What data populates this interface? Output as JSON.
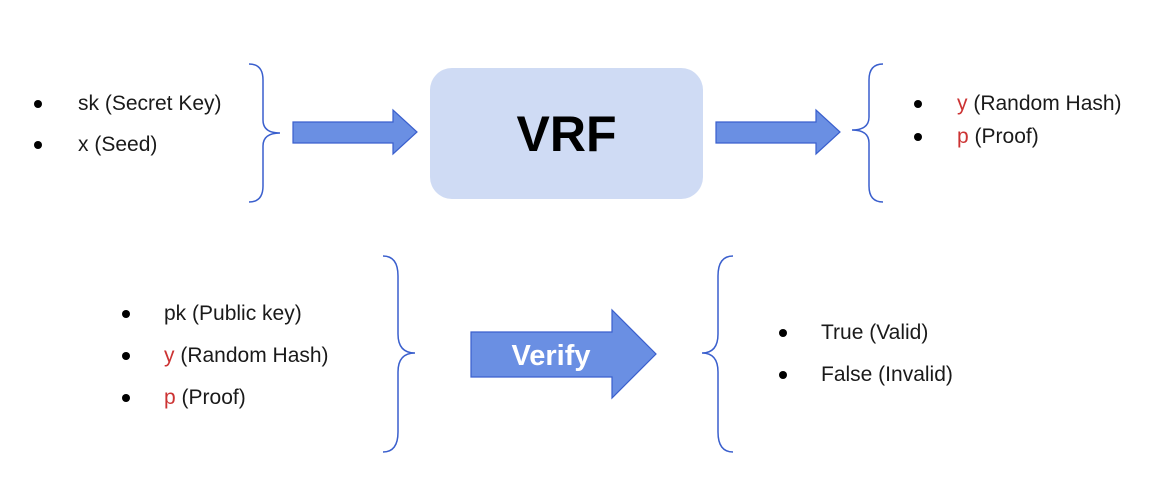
{
  "vrf": {
    "label": "VRF",
    "inputs": [
      {
        "text": "sk (Secret Key)"
      },
      {
        "text": "x (Seed)"
      }
    ],
    "outputs": [
      {
        "var": "y",
        "text": " (Random Hash)"
      },
      {
        "var": "p",
        "text": " (Proof)"
      }
    ]
  },
  "verify": {
    "label": "Verify",
    "inputs": [
      {
        "text": "pk (Public key)"
      },
      {
        "var": "y",
        "text": " (Random Hash)"
      },
      {
        "var": "p",
        "text": " (Proof)"
      }
    ],
    "outputs": [
      {
        "text": "True (Valid)"
      },
      {
        "text": "False (Invalid)"
      }
    ]
  },
  "colors": {
    "arrow_fill": "#6a8fe3",
    "arrow_stroke": "#3a5fcd",
    "brace": "#3a5fcd",
    "box_fill": "#cfdbf4",
    "variable": "#cc3333"
  }
}
